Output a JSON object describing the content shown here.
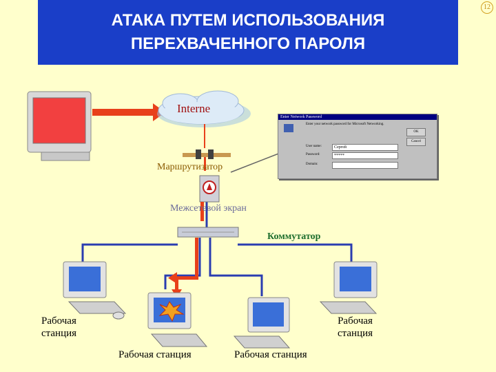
{
  "title": {
    "line1": "АТАКА ПУТЕМ ИСПОЛЬЗОВАНИЯ",
    "line2": "ПЕРЕХВАЧЕННОГО ПАРОЛЯ"
  },
  "slide_number": "12",
  "internet_label": "Interne",
  "router_label": "Маршрутизатор",
  "firewall_label": "Межсетевой экран",
  "switch_label": "Коммутатор",
  "workstation_left": {
    "line1": "Рабочая",
    "line2": "станция"
  },
  "workstation_right": {
    "line1": "Рабочая",
    "line2": "станция"
  },
  "workstation_center_left": "Рабочая станция",
  "workstation_center_right": "Рабочая станция",
  "dialog": {
    "title": "Enter Network Password",
    "prompt": "Enter your network password for Microsoft Networking.",
    "user_label": "User name:",
    "user_value": "Сергей",
    "password_label": "Password:",
    "password_value": "*****",
    "domain_label": "Domain:",
    "ok": "OK",
    "cancel": "Cancel"
  },
  "colors": {
    "title_bg": "#1A3EC8",
    "background": "#FFFFCC",
    "attack_arrow": "#E8401A",
    "network_line": "#2A3CB0",
    "switch_label": "#1E6E2E",
    "router_label": "#8A5A00",
    "firewall_label": "#6A6A9A"
  }
}
